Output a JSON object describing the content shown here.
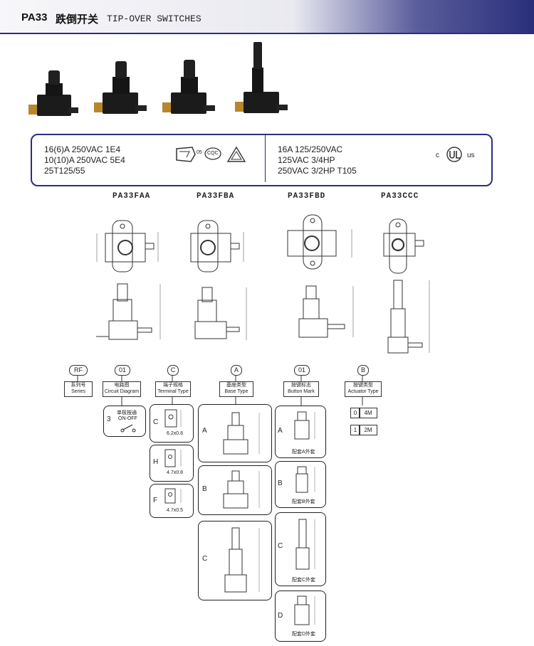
{
  "header": {
    "model": "PA33",
    "title_cn": "跌倒开关",
    "title_en": "TIP-OVER SWITCHES"
  },
  "specs": {
    "left_lines": [
      "16(6)A  250VAC  1E4",
      "10(10)A  250VAC  5E4",
      "25T125/55"
    ],
    "cert_05": "05",
    "cert_cqc": "CQC",
    "right_lines": [
      "16A   125/250VAC",
      "125VAC  3/4HP",
      "250VAC  3/2HP T105"
    ],
    "ul_c": "c",
    "ul_us": "us"
  },
  "models": [
    "PA33FAA",
    "PA33FBA",
    "PA33FBD",
    "PA33CCC"
  ],
  "ordering": {
    "codes": [
      "RF",
      "01",
      "C",
      "A",
      "01",
      "B"
    ],
    "labels": [
      {
        "cn": "系列号",
        "en": "Series"
      },
      {
        "cn": "电路图",
        "en": "Circuit  Diagram"
      },
      {
        "cn": "端子规格",
        "en": "Terminal Type"
      },
      {
        "cn": "基座类型",
        "en": "Base Type"
      },
      {
        "cn": "按键标志",
        "en": "Button Mark"
      },
      {
        "cn": "按键类型",
        "en": "Actuator Type"
      }
    ],
    "circuit": {
      "num": "3",
      "cn": "单极按通",
      "text": "ON-OFF"
    },
    "terminals": [
      {
        "letter": "C",
        "size": "6.2x0.8"
      },
      {
        "letter": "H",
        "size": "4.7x0.8"
      },
      {
        "letter": "F",
        "size": "4.7x0.5"
      }
    ],
    "bases": [
      "A",
      "B",
      "C"
    ],
    "buttons": [
      {
        "letter": "A",
        "caption": "配套A外套"
      },
      {
        "letter": "B",
        "caption": "配套B外套"
      },
      {
        "letter": "C",
        "caption": "配套C外套"
      },
      {
        "letter": "D",
        "caption": "配套D外套"
      }
    ],
    "actuators": [
      {
        "num": "0",
        "val": "4M"
      },
      {
        "num": "1",
        "val": "2M"
      }
    ]
  }
}
